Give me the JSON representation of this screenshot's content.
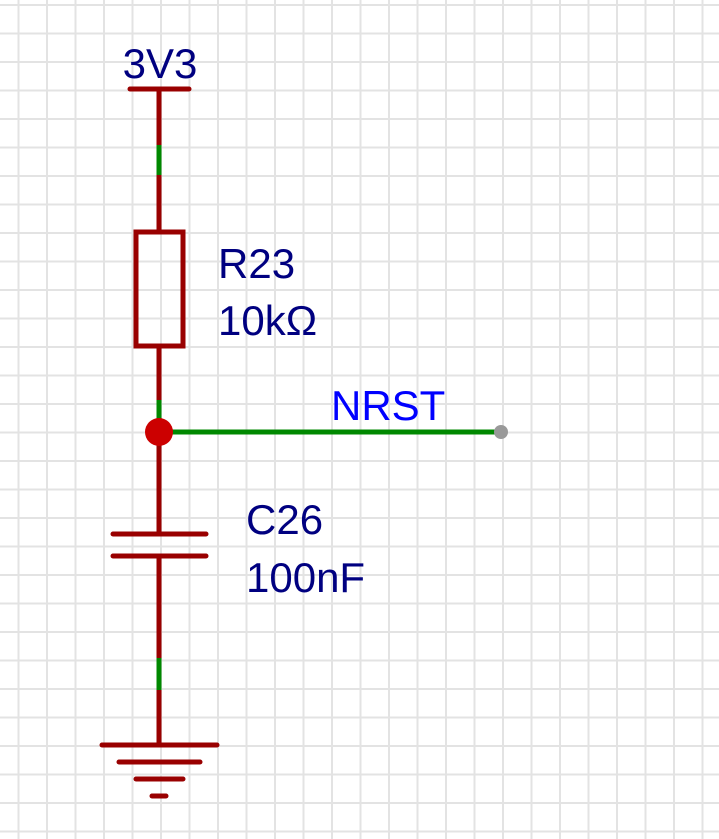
{
  "colors": {
    "wire": "#990000",
    "net_wire": "#008800",
    "label": "#000080",
    "net_label": "#0000ff",
    "junction": "#cc0000",
    "grid": "#e3e3e3",
    "endpoint": "#999999"
  },
  "power": {
    "name": "3V3"
  },
  "resistor": {
    "designator": "R23",
    "value": "10kΩ"
  },
  "capacitor": {
    "designator": "C26",
    "value": "100nF"
  },
  "net": {
    "name": "NRST"
  },
  "ground": {
    "icon": "ground-icon"
  }
}
